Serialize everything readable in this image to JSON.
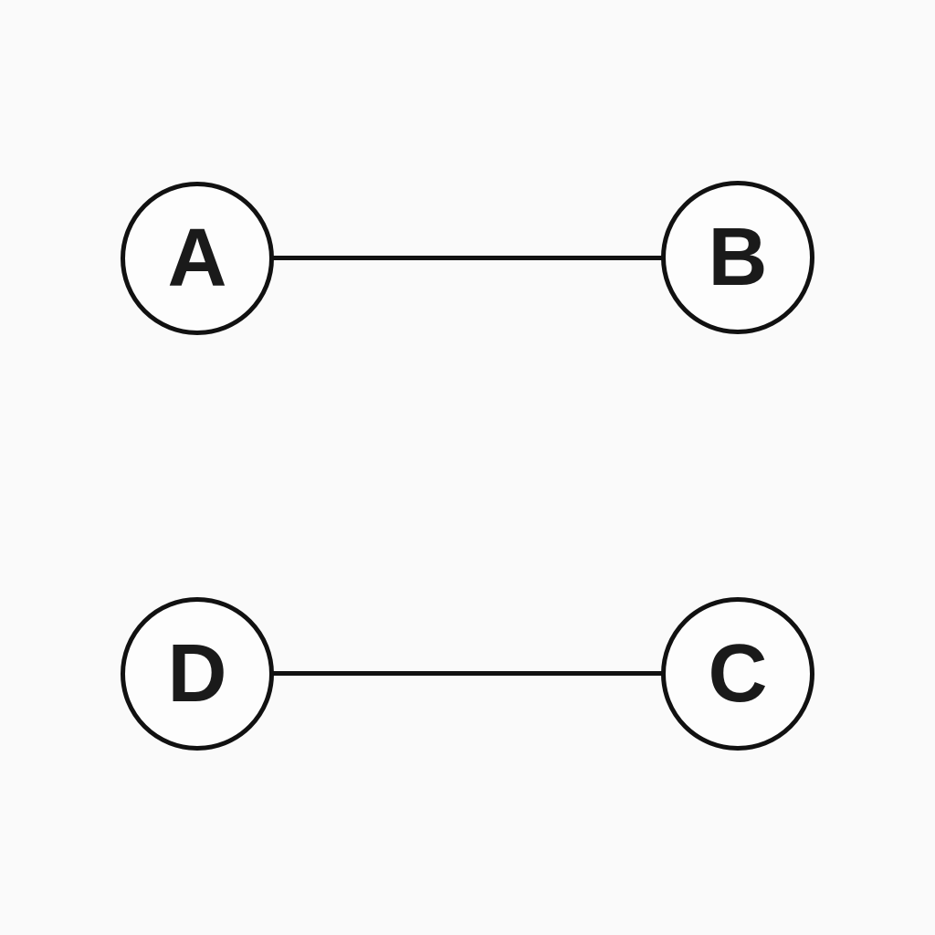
{
  "diagram": {
    "type": "graph",
    "nodes": [
      {
        "id": "A",
        "label": "A",
        "position": "top-left"
      },
      {
        "id": "B",
        "label": "B",
        "position": "top-right"
      },
      {
        "id": "D",
        "label": "D",
        "position": "bottom-left"
      },
      {
        "id": "C",
        "label": "C",
        "position": "bottom-right"
      }
    ],
    "edges": [
      {
        "from": "A",
        "to": "B"
      },
      {
        "from": "D",
        "to": "C"
      }
    ],
    "colors": {
      "background": "#fafafa",
      "node_fill": "#fdfdfd",
      "stroke": "#111111",
      "label": "#1a1a1a"
    }
  }
}
